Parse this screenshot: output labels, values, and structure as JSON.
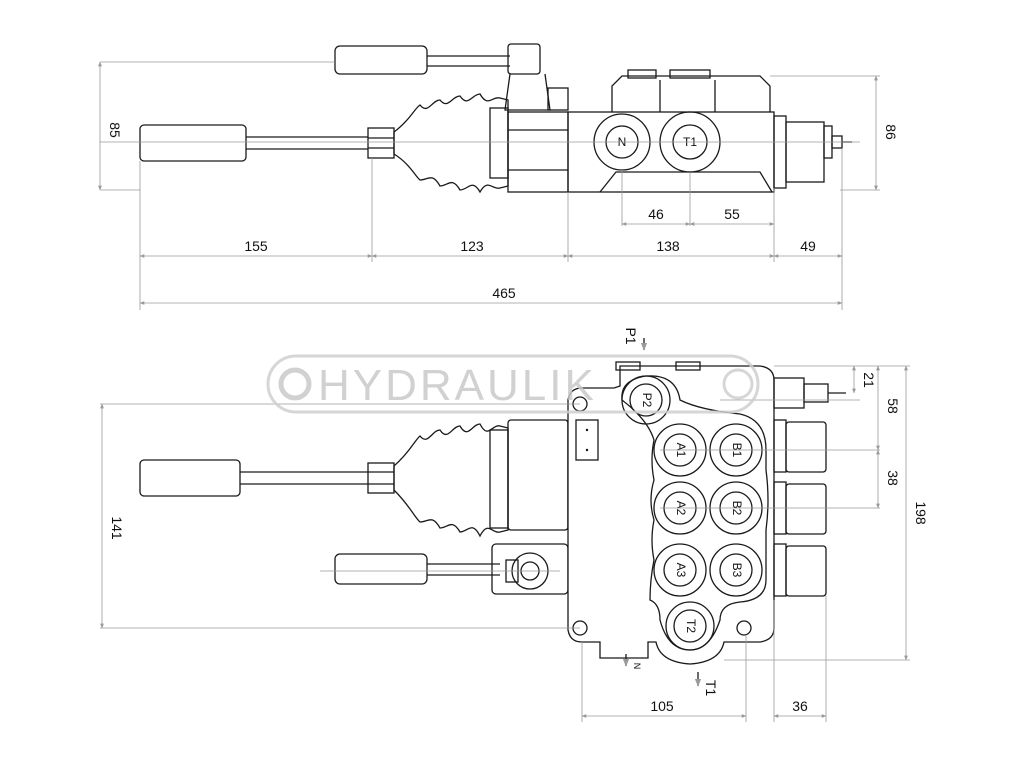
{
  "dimensions": {
    "top_height_left": "85",
    "top_height_right": "86",
    "d46": "46",
    "d55": "55",
    "d155": "155",
    "d123": "123",
    "d138": "138",
    "d49": "49",
    "d465": "465",
    "d21": "21",
    "d58": "58",
    "d38": "38",
    "d198": "198",
    "d141": "141",
    "d105": "105",
    "d36": "36"
  },
  "ports": {
    "n": "N",
    "t1": "T1",
    "p2": "P2",
    "a1": "A1",
    "b1": "B1",
    "a2": "A2",
    "b2": "B2",
    "a3": "A3",
    "b3": "B3",
    "t2": "T2",
    "p1_label": "P1",
    "t1_label": "T1",
    "n_label": "N"
  },
  "watermark": "HYDRAULIK"
}
